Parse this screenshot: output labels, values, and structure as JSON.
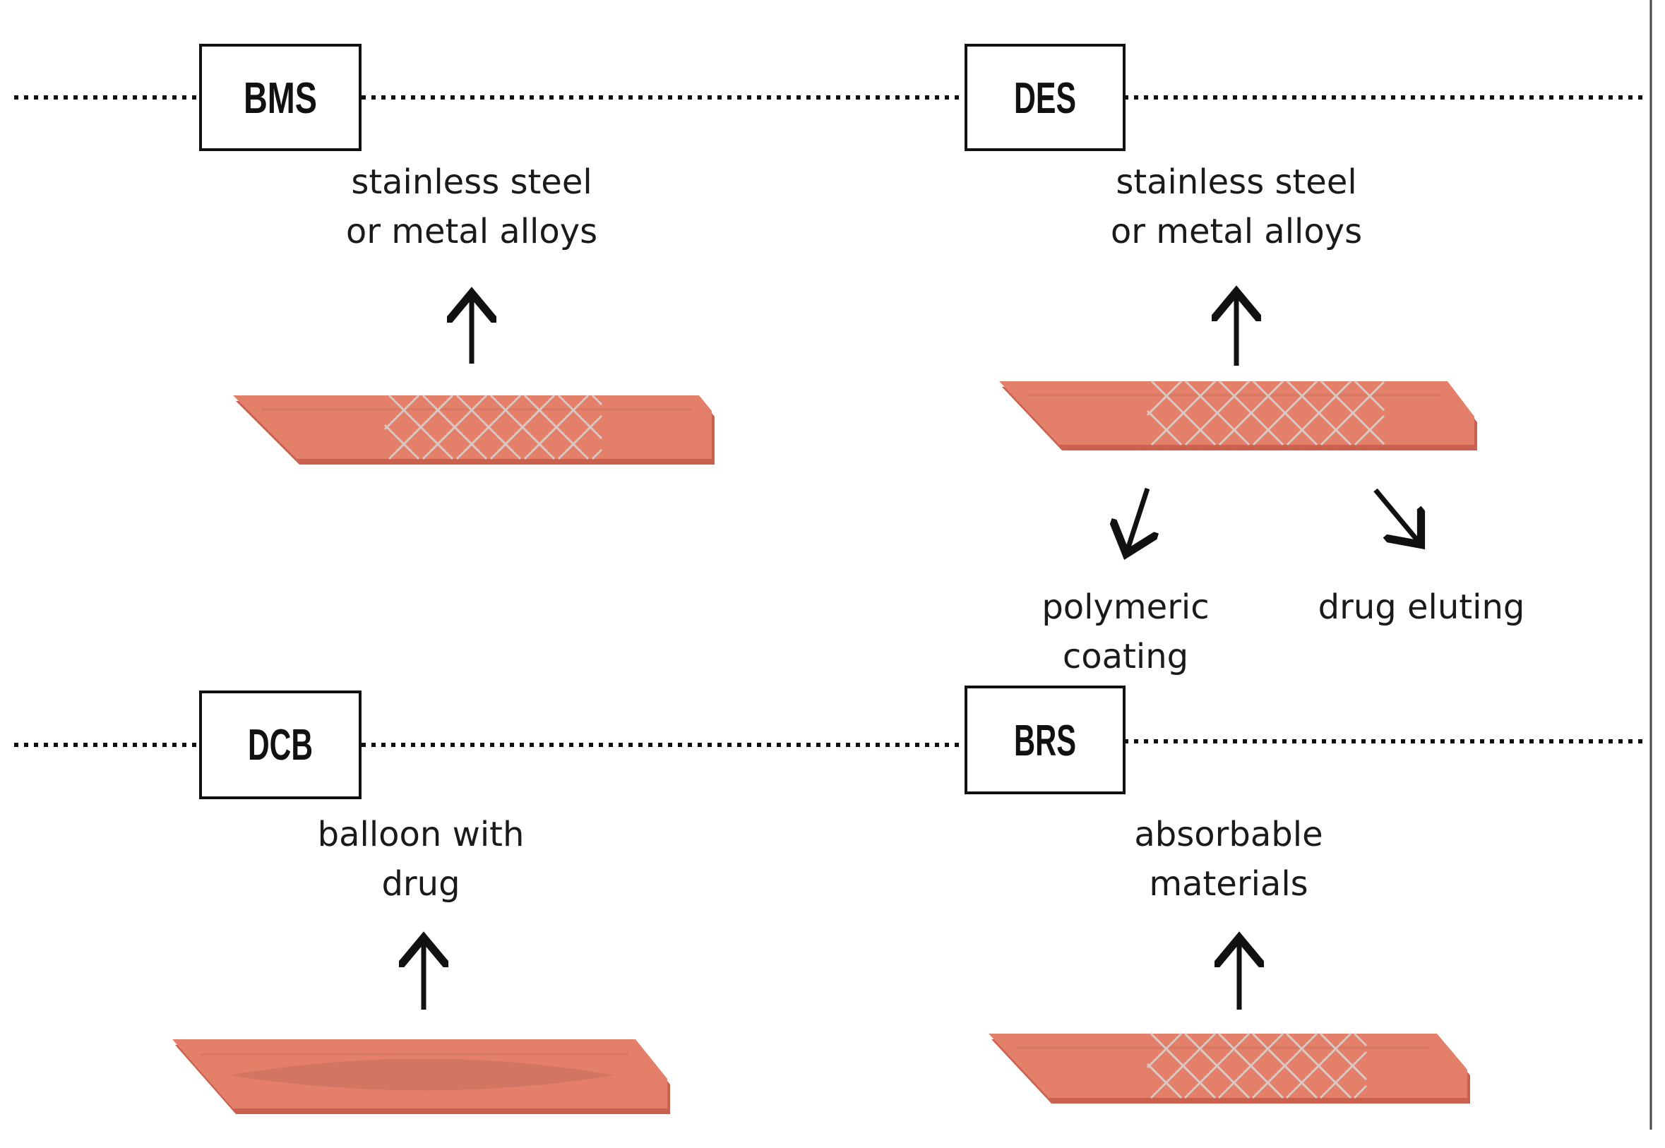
{
  "colors": {
    "vessel": "#e4806a",
    "vessel_shadow": "#c9614e",
    "vessel_inner": "#cf7360",
    "mesh": "#d9c7c3",
    "line": "#111111"
  },
  "panels": {
    "bms": {
      "title": "BMS",
      "desc": [
        "stainless steel",
        "or metal alloys"
      ]
    },
    "des": {
      "title": "DES",
      "desc": [
        "stainless steel",
        "or metal alloys"
      ],
      "branch_left": [
        "polymeric",
        "coating"
      ],
      "branch_right": [
        "drug eluting"
      ]
    },
    "dcb": {
      "title": "DCB",
      "desc": [
        "balloon with",
        "drug"
      ]
    },
    "brs": {
      "title": "BRS",
      "desc": [
        "absorbable",
        "materials"
      ]
    }
  }
}
